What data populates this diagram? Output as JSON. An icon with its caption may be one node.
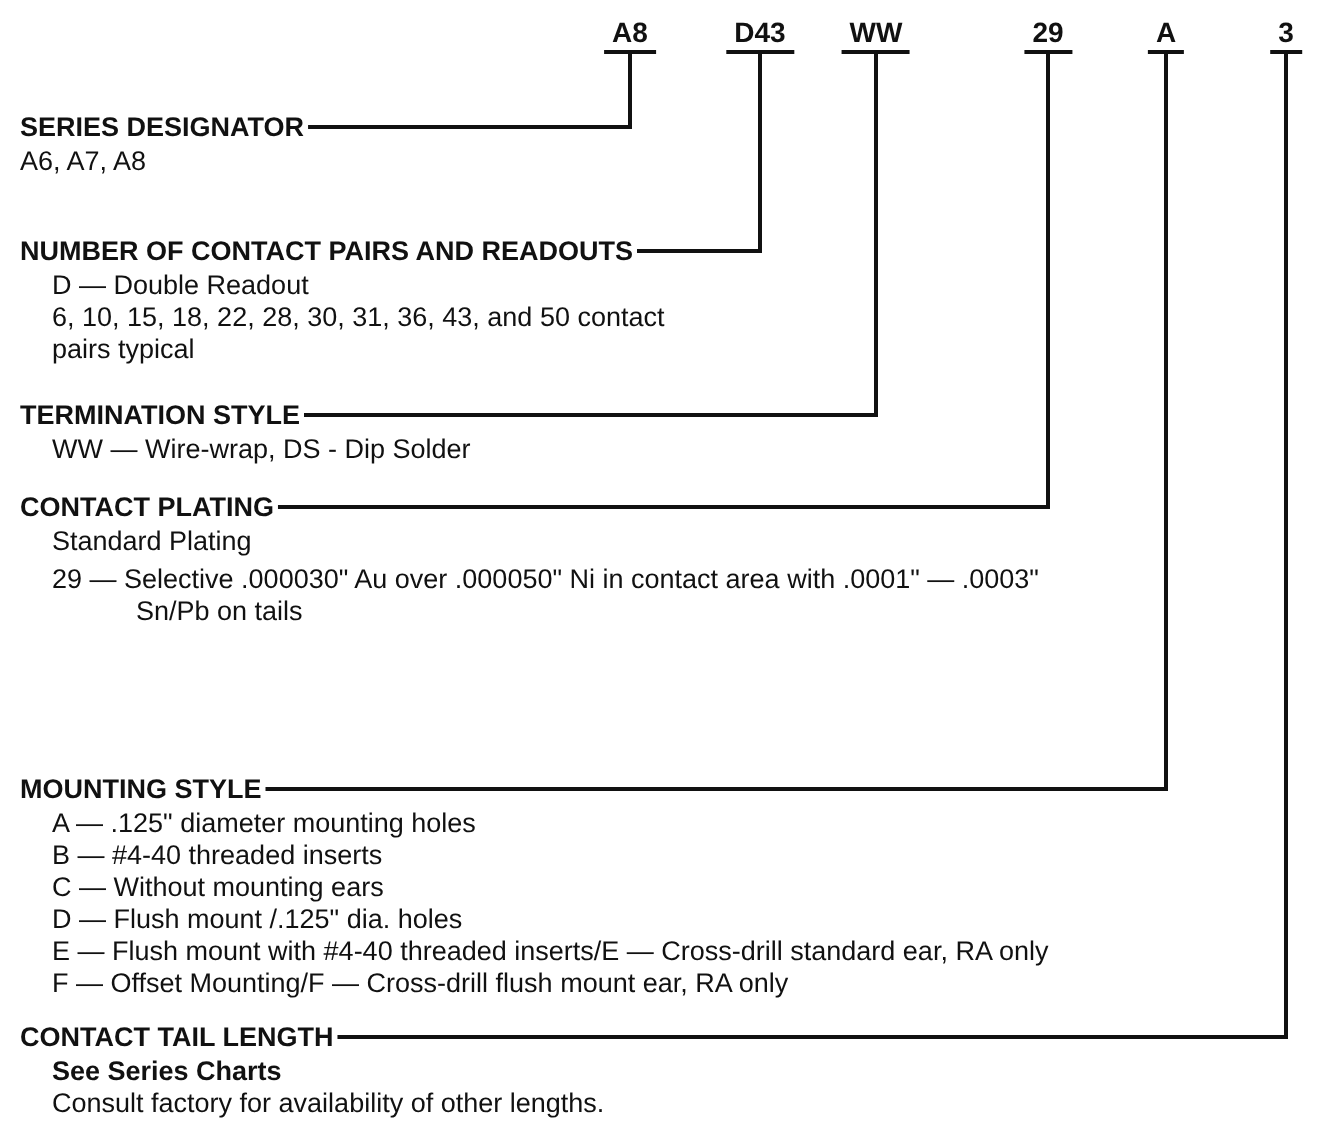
{
  "diagram": {
    "nodes": [
      {
        "text": [
          "A8"
        ]
      },
      {
        "text": [
          "D43"
        ]
      },
      {
        "text": [
          "WW"
        ]
      },
      {
        "text": [
          "29"
        ]
      },
      {
        "text": [
          "A"
        ]
      },
      {
        "text": [
          "3"
        ]
      },
      {
        "text": [
          "SERIES DESIGNATOR",
          "A6, A7, A8"
        ]
      },
      {
        "text": [
          "NUMBER OF CONTACT PAIRS AND READOUTS",
          "D — Double Readout",
          "6, 10, 15, 18, 22, 28, 30, 31, 36, 43, and 50 contact pairs typical"
        ]
      },
      {
        "text": [
          "TERMINATION STYLE",
          "WW — Wire-wrap, DS - Dip Solder"
        ]
      },
      {
        "text": [
          "CONTACT PLATING",
          "Standard Plating",
          "29 — Selective .000030\" Au over .000050\" Ni in contact area with .0001\" — .0003\" Sn/Pb on tails"
        ]
      },
      {
        "text": [
          "MOUNTING STYLE",
          "A — .125\" diameter mounting holes",
          "B — #4-40 threaded inserts",
          "C — Without mounting ears",
          "D — Flush mount /.125\" dia. holes",
          "E — Flush mount with #4-40 threaded inserts/E — Cross-drill standard ear, RA only",
          "F — Offset Mounting/F — Cross-drill flush mount ear, RA only"
        ]
      },
      {
        "text": [
          "CONTACT TAIL LENGTH",
          "See Series Charts",
          "Consult factory for availability of other lengths."
        ]
      }
    ],
    "edges": [
      {
        "from": 6,
        "to": 0,
        "arrow": "none"
      },
      {
        "from": 7,
        "to": 1,
        "arrow": "none"
      },
      {
        "from": 8,
        "to": 2,
        "arrow": "none"
      },
      {
        "from": 9,
        "to": 3,
        "arrow": "none"
      },
      {
        "from": 10,
        "to": 4,
        "arrow": "none"
      },
      {
        "from": 11,
        "to": 5,
        "arrow": "none"
      }
    ]
  }
}
